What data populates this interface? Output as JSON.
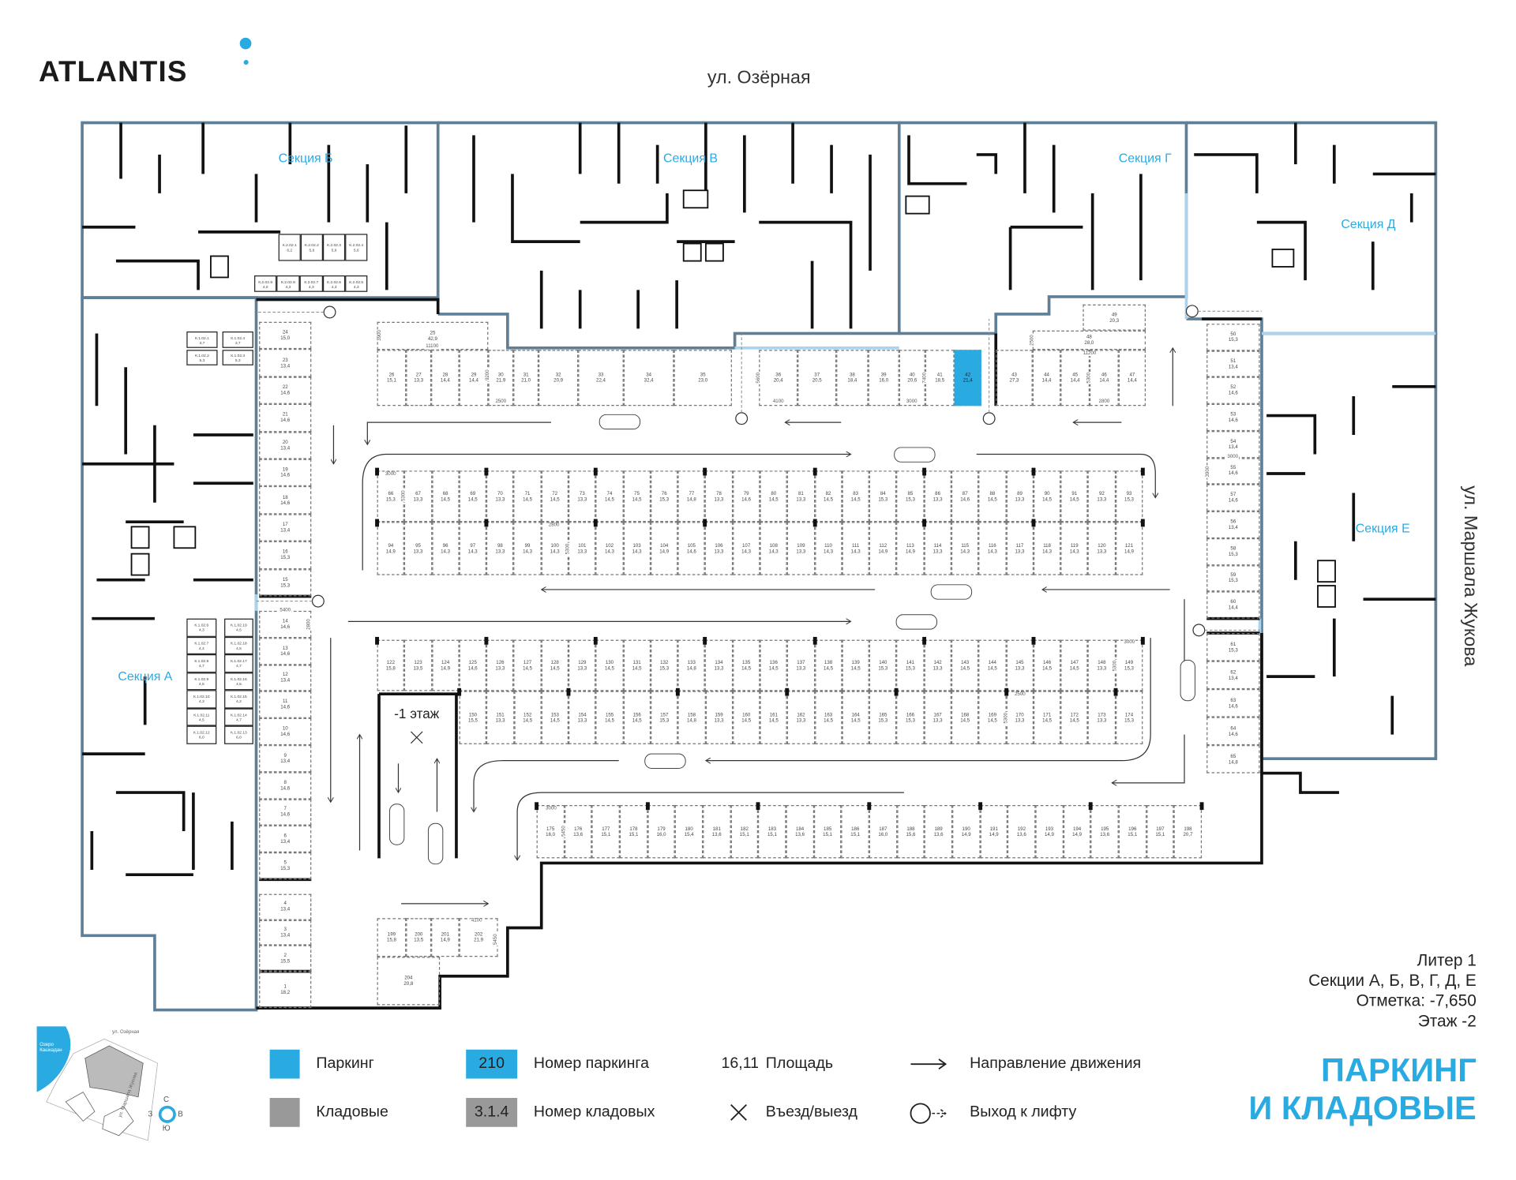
{
  "brand": {
    "logo": "ATLANTIS"
  },
  "streets": {
    "top": "ул. Озёрная",
    "right": "ул. Маршала Жукова"
  },
  "sections": {
    "b": "Секция Б",
    "v": "Секция В",
    "g": "Секция Г",
    "d": "Секция Д",
    "e": "Секция Е",
    "a": "Секция А"
  },
  "ramp": {
    "label": "-1 этаж"
  },
  "colors": {
    "parking": "#29abe2",
    "storage": "#999999",
    "section_outline": "#5f7f96"
  },
  "parking": {
    "selected": "42",
    "rows": [
      {
        "id": "top",
        "spots": [
          {
            "n": "26",
            "a": "15,1"
          },
          {
            "n": "27",
            "a": "13,3"
          },
          {
            "n": "28",
            "a": "14,4"
          },
          {
            "n": "29",
            "a": "14,4"
          },
          {
            "n": "30",
            "a": "21,9"
          },
          {
            "n": "31",
            "a": "21,0"
          },
          {
            "n": "32",
            "a": "20,9"
          },
          {
            "n": "33",
            "a": "22,4"
          },
          {
            "n": "34",
            "a": "32,4"
          },
          {
            "n": "35",
            "a": "23,0"
          },
          {
            "n": "36",
            "a": "20,4"
          },
          {
            "n": "37",
            "a": "20,5"
          },
          {
            "n": "38",
            "a": "18,4"
          },
          {
            "n": "39",
            "a": "16,0"
          },
          {
            "n": "40",
            "a": "20,6"
          },
          {
            "n": "41",
            "a": "18,5"
          },
          {
            "n": "42",
            "a": "21,4"
          },
          {
            "n": "43",
            "a": "27,3"
          },
          {
            "n": "44",
            "a": "14,4"
          },
          {
            "n": "45",
            "a": "14,4"
          },
          {
            "n": "46",
            "a": "14,4"
          },
          {
            "n": "47",
            "a": "14,4"
          }
        ]
      },
      {
        "id": "top_extra",
        "spots": [
          {
            "n": "25",
            "a": "42,9"
          },
          {
            "n": "48",
            "a": "28,0"
          },
          {
            "n": "49",
            "a": "20,3"
          }
        ]
      },
      {
        "id": "r66",
        "spots": [
          {
            "n": "66",
            "a": "15,3"
          },
          {
            "n": "67",
            "a": "13,3"
          },
          {
            "n": "68",
            "a": "14,5"
          },
          {
            "n": "69",
            "a": "14,5"
          },
          {
            "n": "70",
            "a": "13,3"
          },
          {
            "n": "71",
            "a": "14,5"
          },
          {
            "n": "72",
            "a": "14,5"
          },
          {
            "n": "73",
            "a": "13,3"
          },
          {
            "n": "74",
            "a": "14,5"
          },
          {
            "n": "75",
            "a": "14,5"
          },
          {
            "n": "76",
            "a": "15,3"
          },
          {
            "n": "77",
            "a": "14,8"
          },
          {
            "n": "78",
            "a": "13,3"
          },
          {
            "n": "79",
            "a": "14,6"
          },
          {
            "n": "80",
            "a": "14,5"
          },
          {
            "n": "81",
            "a": "13,3"
          },
          {
            "n": "82",
            "a": "14,5"
          },
          {
            "n": "83",
            "a": "14,5"
          },
          {
            "n": "84",
            "a": "15,3"
          },
          {
            "n": "85",
            "a": "15,3"
          },
          {
            "n": "86",
            "a": "13,3"
          },
          {
            "n": "87",
            "a": "14,6"
          },
          {
            "n": "88",
            "a": "14,5"
          },
          {
            "n": "89",
            "a": "13,3"
          },
          {
            "n": "90",
            "a": "14,5"
          },
          {
            "n": "91",
            "a": "14,5"
          },
          {
            "n": "92",
            "a": "13,3"
          },
          {
            "n": "93",
            "a": "15,3"
          }
        ]
      },
      {
        "id": "r94",
        "spots": [
          {
            "n": "94",
            "a": "14,9"
          },
          {
            "n": "95",
            "a": "13,3"
          },
          {
            "n": "96",
            "a": "14,3"
          },
          {
            "n": "97",
            "a": "14,3"
          },
          {
            "n": "98",
            "a": "13,3"
          },
          {
            "n": "99",
            "a": "14,3"
          },
          {
            "n": "100",
            "a": "14,3"
          },
          {
            "n": "101",
            "a": "13,3"
          },
          {
            "n": "102",
            "a": "14,3"
          },
          {
            "n": "103",
            "a": "14,3"
          },
          {
            "n": "104",
            "a": "14,9"
          },
          {
            "n": "105",
            "a": "14,6"
          },
          {
            "n": "106",
            "a": "13,3"
          },
          {
            "n": "107",
            "a": "14,3"
          },
          {
            "n": "108",
            "a": "14,3"
          },
          {
            "n": "109",
            "a": "13,3"
          },
          {
            "n": "110",
            "a": "14,3"
          },
          {
            "n": "111",
            "a": "14,3"
          },
          {
            "n": "112",
            "a": "14,9"
          },
          {
            "n": "113",
            "a": "14,9"
          },
          {
            "n": "114",
            "a": "13,3"
          },
          {
            "n": "115",
            "a": "14,3"
          },
          {
            "n": "116",
            "a": "14,3"
          },
          {
            "n": "117",
            "a": "13,3"
          },
          {
            "n": "118",
            "a": "14,3"
          },
          {
            "n": "119",
            "a": "14,3"
          },
          {
            "n": "120",
            "a": "13,3"
          },
          {
            "n": "121",
            "a": "14,9"
          }
        ]
      },
      {
        "id": "r122",
        "spots": [
          {
            "n": "122",
            "a": "15,8"
          },
          {
            "n": "123",
            "a": "13,5"
          },
          {
            "n": "124",
            "a": "14,9"
          },
          {
            "n": "125",
            "a": "14,6"
          },
          {
            "n": "126",
            "a": "13,3"
          },
          {
            "n": "127",
            "a": "14,5"
          },
          {
            "n": "128",
            "a": "14,5"
          },
          {
            "n": "129",
            "a": "13,3"
          },
          {
            "n": "130",
            "a": "14,5"
          },
          {
            "n": "131",
            "a": "14,5"
          },
          {
            "n": "132",
            "a": "15,3"
          },
          {
            "n": "133",
            "a": "14,8"
          },
          {
            "n": "134",
            "a": "13,3"
          },
          {
            "n": "135",
            "a": "14,5"
          },
          {
            "n": "136",
            "a": "14,5"
          },
          {
            "n": "137",
            "a": "13,3"
          },
          {
            "n": "138",
            "a": "14,5"
          },
          {
            "n": "139",
            "a": "14,5"
          },
          {
            "n": "140",
            "a": "15,3"
          },
          {
            "n": "141",
            "a": "15,3"
          },
          {
            "n": "142",
            "a": "13,3"
          },
          {
            "n": "143",
            "a": "14,5"
          },
          {
            "n": "144",
            "a": "14,5"
          },
          {
            "n": "145",
            "a": "13,3"
          },
          {
            "n": "146",
            "a": "14,5"
          },
          {
            "n": "147",
            "a": "14,5"
          },
          {
            "n": "148",
            "a": "13,3"
          },
          {
            "n": "149",
            "a": "15,3"
          }
        ]
      },
      {
        "id": "r150",
        "spots": [
          {
            "n": "150",
            "a": "15,5"
          },
          {
            "n": "151",
            "a": "13,3"
          },
          {
            "n": "152",
            "a": "14,5"
          },
          {
            "n": "153",
            "a": "14,5"
          },
          {
            "n": "154",
            "a": "13,3"
          },
          {
            "n": "155",
            "a": "14,5"
          },
          {
            "n": "156",
            "a": "14,5"
          },
          {
            "n": "157",
            "a": "15,3"
          },
          {
            "n": "158",
            "a": "14,8"
          },
          {
            "n": "159",
            "a": "13,3"
          },
          {
            "n": "160",
            "a": "14,5"
          },
          {
            "n": "161",
            "a": "14,5"
          },
          {
            "n": "162",
            "a": "13,3"
          },
          {
            "n": "163",
            "a": "14,5"
          },
          {
            "n": "164",
            "a": "14,5"
          },
          {
            "n": "165",
            "a": "15,3"
          },
          {
            "n": "166",
            "a": "15,3"
          },
          {
            "n": "167",
            "a": "13,3"
          },
          {
            "n": "168",
            "a": "14,5"
          },
          {
            "n": "169",
            "a": "14,5"
          },
          {
            "n": "170",
            "a": "13,3"
          },
          {
            "n": "171",
            "a": "14,5"
          },
          {
            "n": "172",
            "a": "14,5"
          },
          {
            "n": "173",
            "a": "13,3"
          },
          {
            "n": "174",
            "a": "15,3"
          }
        ]
      },
      {
        "id": "r175",
        "spots": [
          {
            "n": "175",
            "a": "16,0"
          },
          {
            "n": "176",
            "a": "13,6"
          },
          {
            "n": "177",
            "a": "15,1"
          },
          {
            "n": "178",
            "a": "15,1"
          },
          {
            "n": "179",
            "a": "16,0"
          },
          {
            "n": "180",
            "a": "15,4"
          },
          {
            "n": "181",
            "a": "13,6"
          },
          {
            "n": "182",
            "a": "15,1"
          },
          {
            "n": "183",
            "a": "15,1"
          },
          {
            "n": "184",
            "a": "13,6"
          },
          {
            "n": "185",
            "a": "15,1"
          },
          {
            "n": "186",
            "a": "15,1"
          },
          {
            "n": "187",
            "a": "16,0"
          },
          {
            "n": "188",
            "a": "15,6"
          },
          {
            "n": "189",
            "a": "13,6"
          },
          {
            "n": "190",
            "a": "14,9"
          },
          {
            "n": "191",
            "a": "14,9"
          },
          {
            "n": "192",
            "a": "13,6"
          },
          {
            "n": "193",
            "a": "14,9"
          },
          {
            "n": "194",
            "a": "14,9"
          },
          {
            "n": "195",
            "a": "13,6"
          },
          {
            "n": "196",
            "a": "15,1"
          },
          {
            "n": "197",
            "a": "15,1"
          },
          {
            "n": "198",
            "a": "20,7"
          }
        ]
      },
      {
        "id": "left1",
        "spots": [
          {
            "n": "24",
            "a": "15,0"
          },
          {
            "n": "23",
            "a": "13,4"
          },
          {
            "n": "22",
            "a": "14,6"
          },
          {
            "n": "21",
            "a": "14,6"
          },
          {
            "n": "20",
            "a": "13,4"
          },
          {
            "n": "19",
            "a": "14,6"
          },
          {
            "n": "18",
            "a": "14,6"
          },
          {
            "n": "17",
            "a": "13,4"
          },
          {
            "n": "16",
            "a": "15,3"
          },
          {
            "n": "15",
            "a": "15,3"
          }
        ]
      },
      {
        "id": "left2",
        "spots": [
          {
            "n": "14",
            "a": "14,6"
          },
          {
            "n": "13",
            "a": "14,6"
          },
          {
            "n": "12",
            "a": "13,4"
          },
          {
            "n": "11",
            "a": "14,6"
          },
          {
            "n": "10",
            "a": "14,6"
          },
          {
            "n": "9",
            "a": "13,4"
          },
          {
            "n": "8",
            "a": "14,6"
          },
          {
            "n": "7",
            "a": "14,6"
          },
          {
            "n": "6",
            "a": "13,4"
          },
          {
            "n": "5",
            "a": "15,3"
          }
        ]
      },
      {
        "id": "left3",
        "spots": [
          {
            "n": "4",
            "a": "13,4"
          },
          {
            "n": "3",
            "a": "13,4"
          },
          {
            "n": "2",
            "a": "15,5"
          }
        ]
      },
      {
        "id": "left4",
        "spots": [
          {
            "n": "1",
            "a": "18,2"
          }
        ]
      },
      {
        "id": "right1",
        "spots": [
          {
            "n": "50",
            "a": "15,3"
          },
          {
            "n": "51",
            "a": "13,4"
          },
          {
            "n": "52",
            "a": "14,6"
          },
          {
            "n": "53",
            "a": "14,6"
          },
          {
            "n": "54",
            "a": "13,4"
          },
          {
            "n": "55",
            "a": "14,6"
          },
          {
            "n": "57",
            "a": "14,6"
          },
          {
            "n": "56",
            "a": "13,4"
          },
          {
            "n": "58",
            "a": "15,3"
          },
          {
            "n": "59",
            "a": "15,3"
          },
          {
            "n": "60",
            "a": "14,4"
          }
        ]
      },
      {
        "id": "right2",
        "spots": [
          {
            "n": "61",
            "a": "15,3"
          },
          {
            "n": "62",
            "a": "13,4"
          },
          {
            "n": "63",
            "a": "14,6"
          },
          {
            "n": "64",
            "a": "14,6"
          },
          {
            "n": "65",
            "a": "14,8"
          }
        ]
      },
      {
        "id": "bottom",
        "spots": [
          {
            "n": "199",
            "a": "15,8"
          },
          {
            "n": "200",
            "a": "13,5"
          },
          {
            "n": "201",
            "a": "14,9"
          },
          {
            "n": "202",
            "a": "21,9"
          },
          {
            "n": "204",
            "a": "20,8"
          }
        ]
      }
    ]
  },
  "storage": {
    "groups": [
      {
        "id": "b_top",
        "rooms": [
          {
            "n": "К.2.02.1",
            "a": "6,2"
          },
          {
            "n": "К.2.02.2",
            "a": "5,6"
          },
          {
            "n": "К.2.02.3",
            "a": "5,6"
          },
          {
            "n": "К.2.02.4",
            "a": "5,6"
          }
        ]
      },
      {
        "id": "b_bottom",
        "rooms": [
          {
            "n": "К.2.02.9",
            "a": "4,0"
          },
          {
            "n": "К.2.02.8",
            "a": "4,3"
          },
          {
            "n": "К.2.02.7",
            "a": "4,3"
          },
          {
            "n": "К.2.02.6",
            "a": "4,3"
          },
          {
            "n": "К.2.02.5",
            "a": "4,3"
          }
        ]
      },
      {
        "id": "a_top",
        "rooms": [
          {
            "n": "К.1.02.1",
            "a": "3,7"
          },
          {
            "n": "К.1.02.4",
            "a": "3,7"
          },
          {
            "n": "К.1.02.2",
            "a": "5,3"
          },
          {
            "n": "К.1.02.3",
            "a": "5,3"
          }
        ]
      },
      {
        "id": "a_left",
        "rooms": [
          {
            "n": "К.1.02.6",
            "a": "4,3"
          },
          {
            "n": "К.1.02.7",
            "a": "4,4"
          },
          {
            "n": "К.1.02.8",
            "a": "4,7"
          },
          {
            "n": "К.1.02.9",
            "a": "4,5"
          },
          {
            "n": "К.1.02.10",
            "a": "4,3"
          },
          {
            "n": "К.1.02.11",
            "a": "4,5"
          },
          {
            "n": "К.1.02.12",
            "a": "6,0"
          }
        ]
      },
      {
        "id": "a_right",
        "rooms": [
          {
            "n": "К.1.02.19",
            "a": "4,5"
          },
          {
            "n": "К.1.02.18",
            "a": "4,5"
          },
          {
            "n": "К.1.02.17",
            "a": "4,7"
          },
          {
            "n": "К.1.02.16",
            "a": "4,5"
          },
          {
            "n": "К.1.02.15",
            "a": "4,2"
          },
          {
            "n": "К.1.02.14",
            "a": "4,7"
          },
          {
            "n": "К.1.02.13",
            "a": "6,0"
          }
        ]
      }
    ]
  },
  "dims": [
    "3900",
    "11100",
    "9200",
    "2500",
    "5600",
    "4100",
    "7400",
    "3000",
    "11200",
    "2500",
    "5300",
    "2800",
    "3000",
    "5300",
    "2800",
    "5300",
    "3000",
    "5300",
    "2500",
    "5300",
    "3000",
    "5450",
    "4100",
    "5450",
    "2800",
    "5400",
    "3900",
    "3000"
  ],
  "legend": {
    "parking": "Паркинг",
    "storage": "Кладовые",
    "parking_number_sample": "210",
    "parking_number": "Номер паркинга",
    "storage_number_sample": "3.1.4",
    "storage_number": "Номер кладовых",
    "area_sample": "16,11",
    "area": "Площадь",
    "entry": "Въезд/выезд",
    "direction": "Направление движения",
    "lift_exit": "Выход к лифту"
  },
  "info": {
    "liter": "Литер 1",
    "sections": "Секции А, Б, В, Г, Д, Е",
    "level_mark": "Отметка:  -7,650",
    "floor": "Этаж  -2"
  },
  "title": {
    "line1": "ПАРКИНГ",
    "line2": "И КЛАДОВЫЕ"
  },
  "minimap": {
    "street_top": "ул. Озёрная",
    "lake": "Озеро Кашкадан",
    "street_right": "ул. Маршала Жукова",
    "compass": {
      "n": "С",
      "w": "З",
      "e": "В",
      "s": "Ю"
    }
  }
}
